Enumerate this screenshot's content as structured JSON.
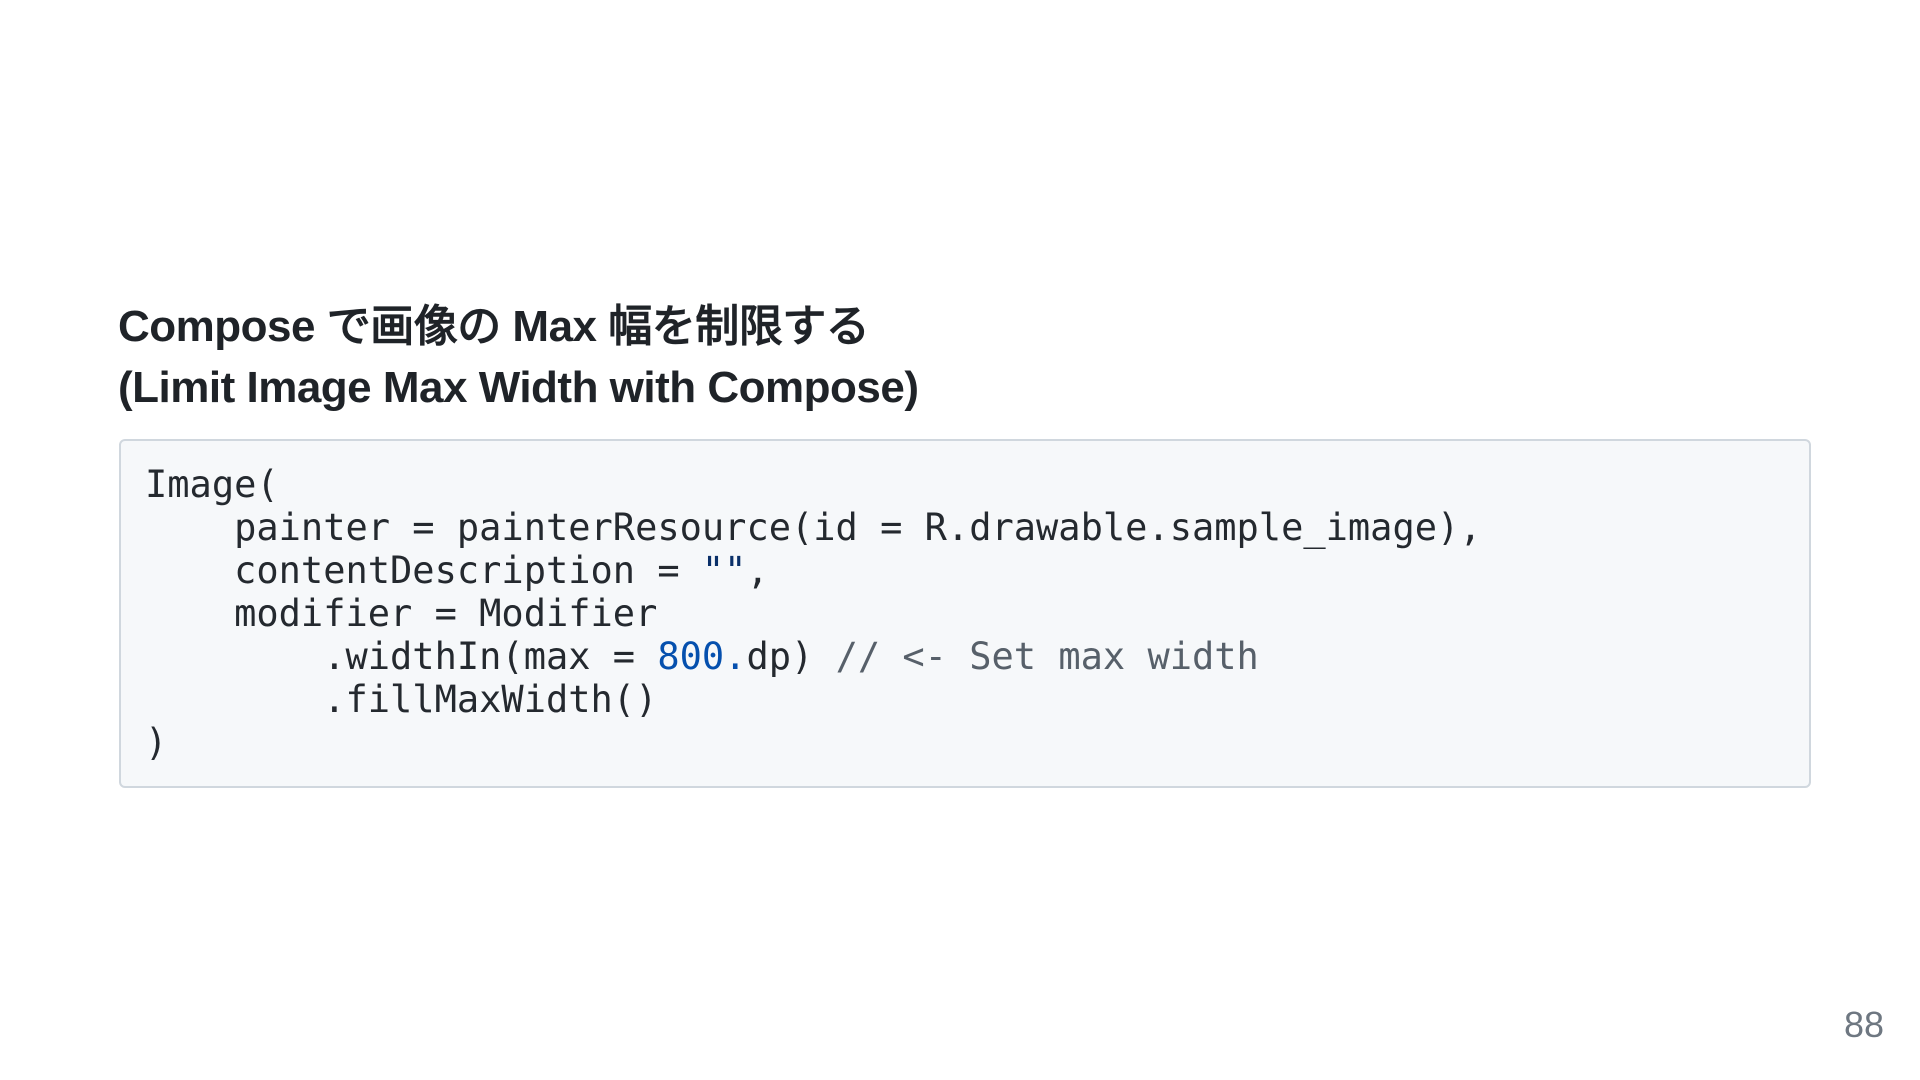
{
  "title": {
    "line1": "Compose で画像の Max 幅を制限する",
    "line2": "(Limit Image Max Width with Compose)"
  },
  "code": {
    "language": "kotlin",
    "lines": [
      [
        {
          "text": "Image(",
          "kind": "plain"
        }
      ],
      [
        {
          "text": "    painter = painterResource(id = R.drawable.sample_image),",
          "kind": "plain"
        }
      ],
      [
        {
          "text": "    contentDescription = ",
          "kind": "plain"
        },
        {
          "text": "\"\"",
          "kind": "str"
        },
        {
          "text": ",",
          "kind": "plain"
        }
      ],
      [
        {
          "text": "    modifier = Modifier",
          "kind": "plain"
        }
      ],
      [
        {
          "text": "        .widthIn(max = ",
          "kind": "plain"
        },
        {
          "text": "800.",
          "kind": "num"
        },
        {
          "text": "dp) ",
          "kind": "plain"
        },
        {
          "text": "// <- Set max width",
          "kind": "comment"
        }
      ],
      [
        {
          "text": "        .fillMaxWidth()",
          "kind": "plain"
        }
      ],
      [
        {
          "text": ")",
          "kind": "plain"
        }
      ]
    ]
  },
  "page_number": "88",
  "colors": {
    "text": "#24292f",
    "string": "#0a3069",
    "number": "#0550ae",
    "comment": "#57606a",
    "code_bg": "#f6f8fa",
    "code_border": "#d0d7de"
  }
}
